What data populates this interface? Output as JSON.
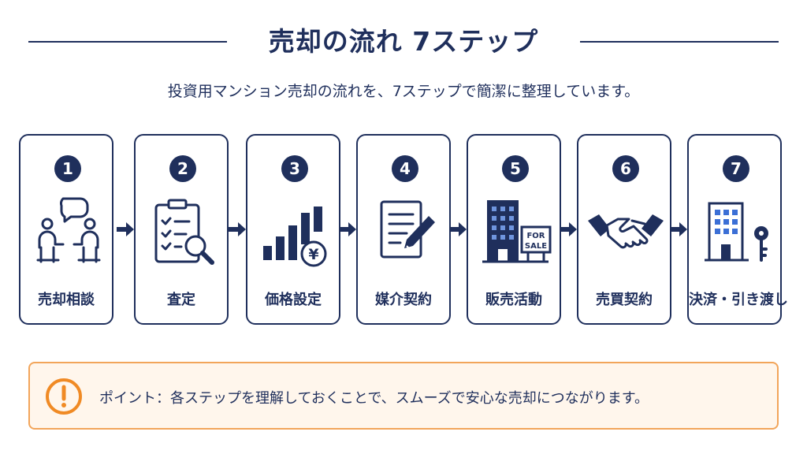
{
  "header": {
    "title": "売却の流れ 7ステップ",
    "subtitle": "投資用マンション売却の流れを、7ステップで簡潔に整理しています。"
  },
  "steps": [
    {
      "number": "1",
      "label": "売却相談",
      "icon": "consultation-icon"
    },
    {
      "number": "2",
      "label": "査定",
      "icon": "clipboard-search-icon"
    },
    {
      "number": "3",
      "label": "価格設定",
      "icon": "bar-chart-yen-icon"
    },
    {
      "number": "4",
      "label": "媒介契約",
      "icon": "contract-pen-icon"
    },
    {
      "number": "5",
      "label": "販売活動",
      "icon": "building-for-sale-icon"
    },
    {
      "number": "6",
      "label": "売買契約",
      "icon": "handshake-icon"
    },
    {
      "number": "7",
      "label": "決済・引き渡し",
      "icon": "building-key-icon"
    }
  ],
  "sign": {
    "line1": "FOR",
    "line2": "SALE"
  },
  "yen_symbol": "¥",
  "point": {
    "icon": "exclamation-icon",
    "text": "ポイント：各ステップを理解しておくことで、スムーズで安心な売却につながります。"
  },
  "colors": {
    "navy": "#1f2f5c",
    "accent_blue": "#3b6fd6",
    "orange": "#f08a24",
    "point_bg": "#fff6ec"
  }
}
